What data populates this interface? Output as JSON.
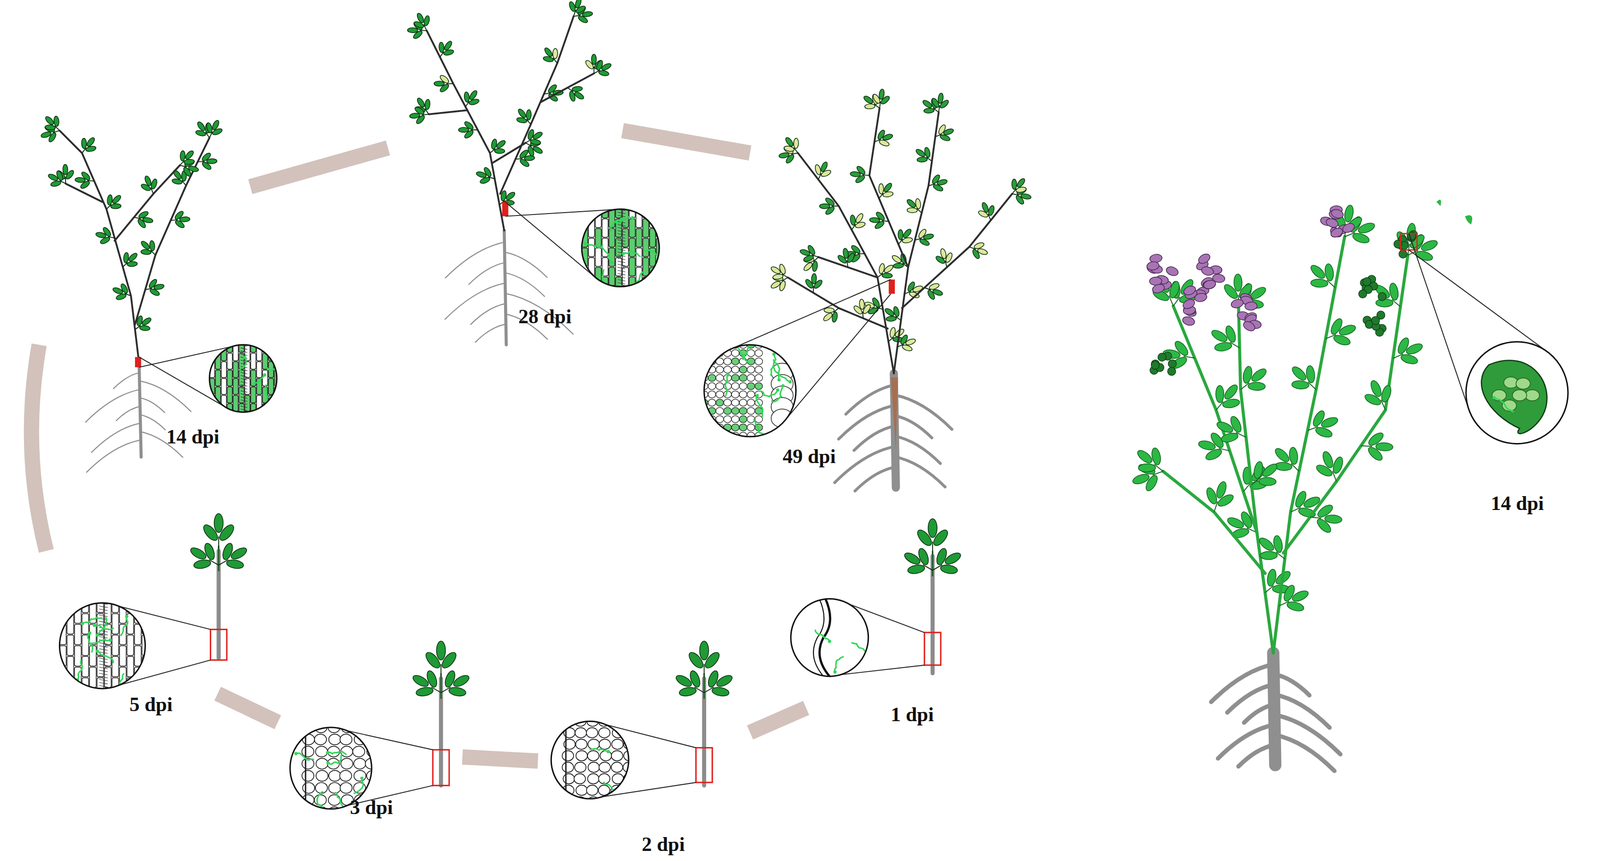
{
  "diagram": {
    "labels": [
      "28 dpi",
      "14 dpi",
      "49 dpi",
      "14 dpi",
      "5 dpi",
      "1 dpi",
      "3 dpi",
      "2 dpi"
    ]
  }
}
